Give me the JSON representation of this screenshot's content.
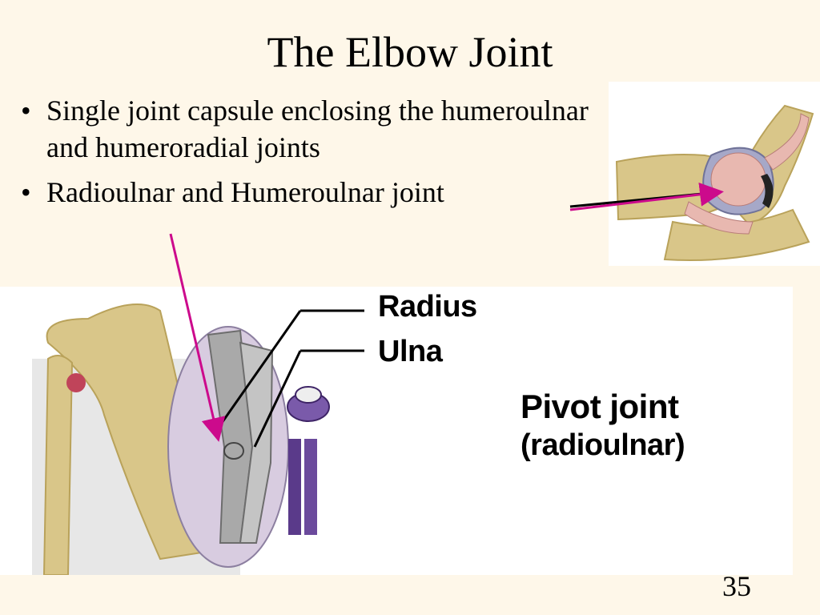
{
  "slide": {
    "title": "The Elbow Joint",
    "bullets": [
      "Single joint capsule enclosing the humeroulnar and humeroradial joints",
      "Radioulnar and Humeroulnar joint"
    ],
    "bullet_symbol": "•",
    "page_number": "35"
  },
  "figure": {
    "labels": {
      "radius": "Radius",
      "ulna": "Ulna",
      "pivot": "Pivot joint",
      "pivot_sub": "(radioulnar)"
    }
  },
  "colors": {
    "background": "#fef7e9",
    "arrow": "#cc0a8c",
    "bone": "#d9c689",
    "bone_shade": "#b9a25a",
    "cartilage": "#a6a8c8",
    "spongy_bone": "#e8b8b0",
    "magnifier": "#d8cce0",
    "pivot_model": "#5a3a8a"
  },
  "icons": [
    "elbow-section-illustration",
    "shoulder-arm-illustration",
    "pivot-joint-model-icon"
  ]
}
